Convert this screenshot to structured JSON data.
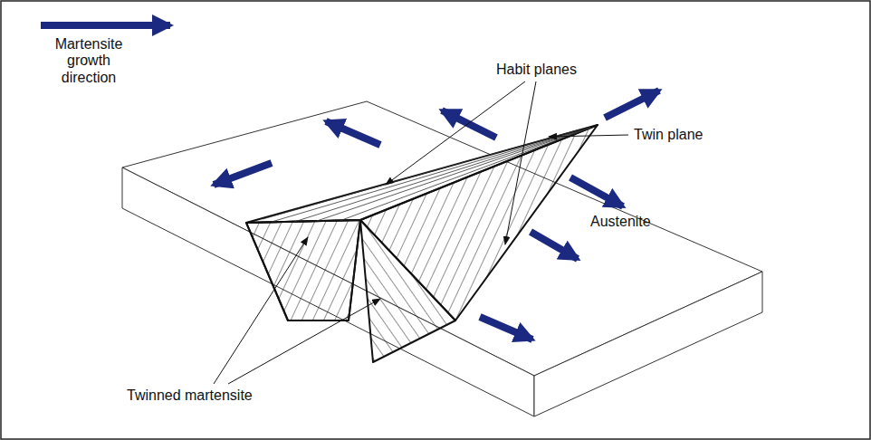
{
  "diagram": {
    "labels": [
      "Habit planes",
      "Twin plane",
      "Austenite",
      "Twinned martensite"
    ],
    "legend": [
      {
        "text": "Martensite growth direction"
      }
    ]
  }
}
